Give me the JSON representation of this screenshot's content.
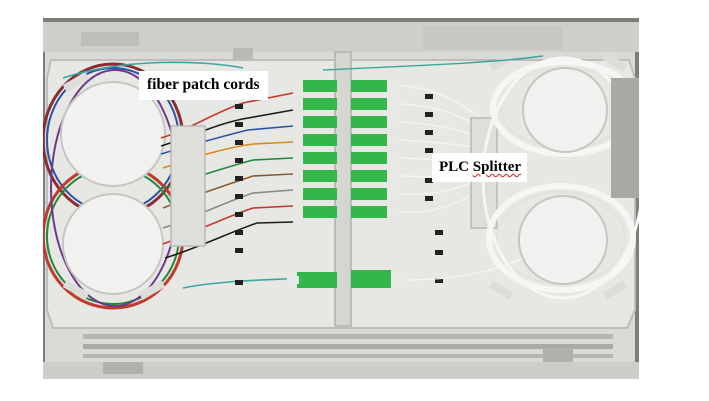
{
  "photo": {
    "subject": "fiber distribution box",
    "colors": {
      "tray": "#e7e7e4",
      "adapter": "#33b64a",
      "spool": "#f1f1ef",
      "background": "#8c8c8a"
    }
  },
  "labels": {
    "left_callout": "fiber patch cords",
    "right_callout_prefix": "PLC ",
    "right_callout_word": "Splitter"
  }
}
